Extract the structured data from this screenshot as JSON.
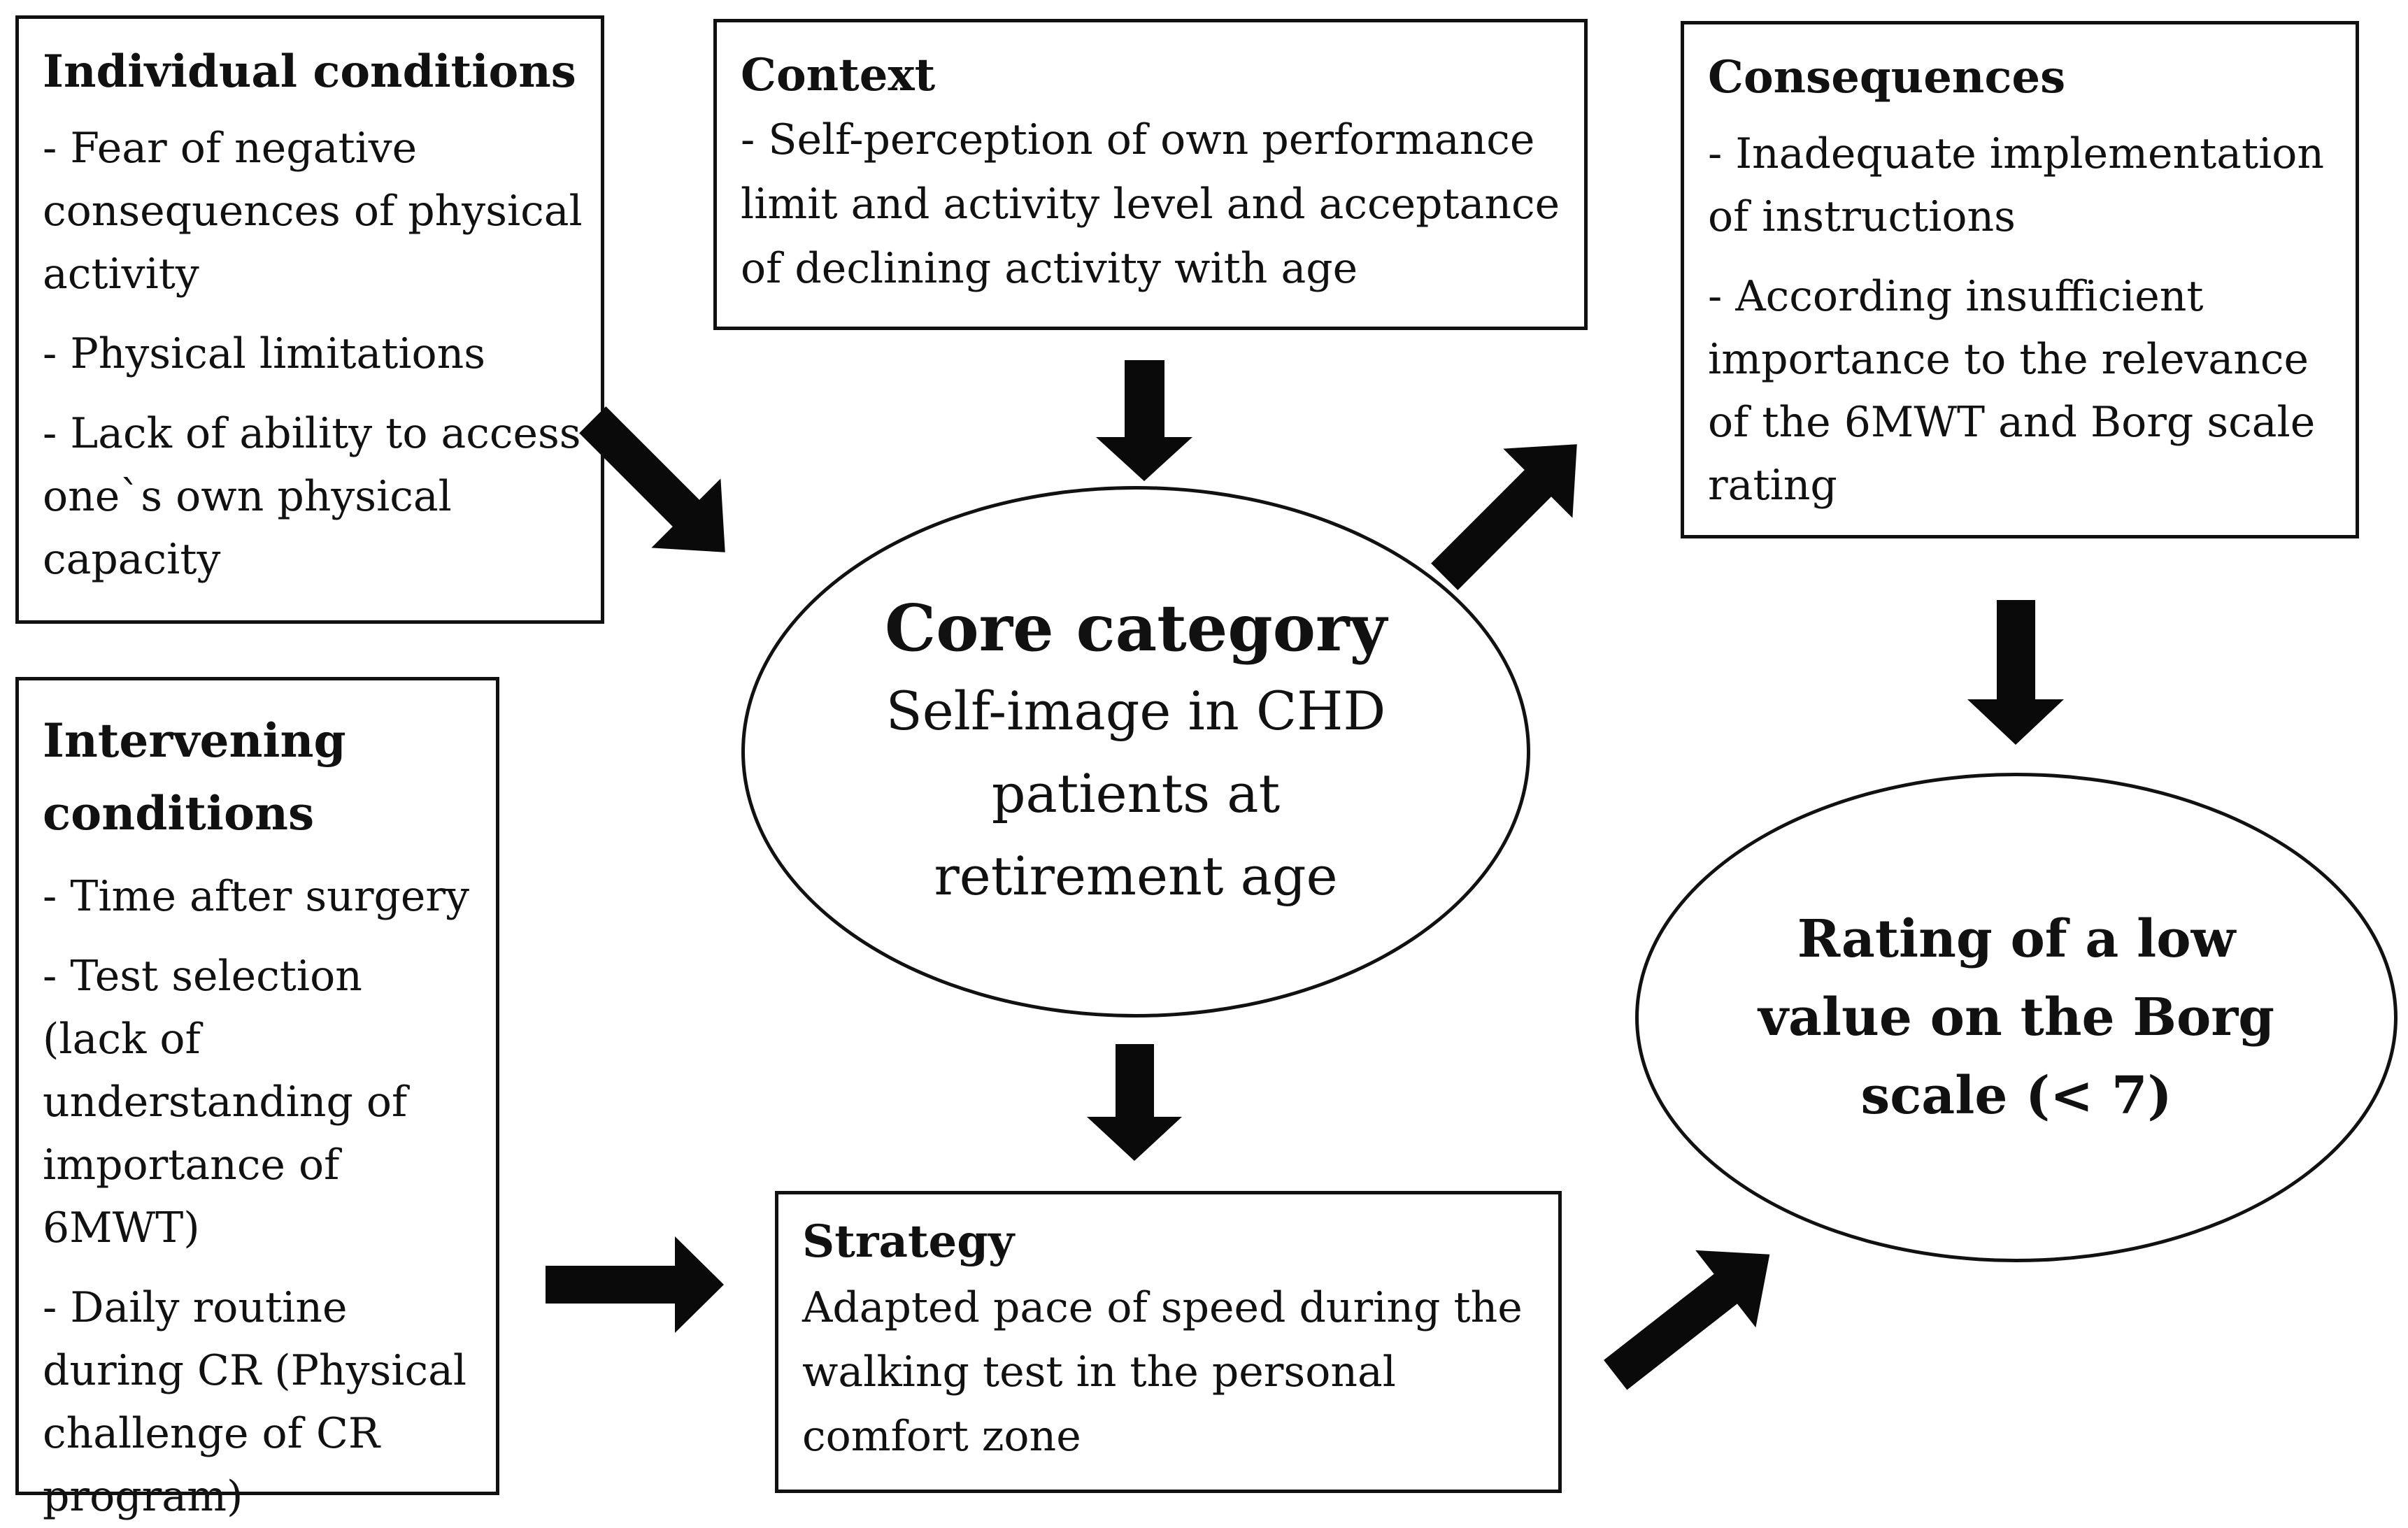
{
  "individual_conditions": {
    "title": "Individual conditions",
    "items": [
      "- Fear of negative consequences of physical activity",
      "- Physical limitations",
      "- Lack of ability to access one`s own physical capacity"
    ]
  },
  "context": {
    "title": "Context",
    "text": "- Self-perception of own performance limit and activity level and acceptance of declining activity with age"
  },
  "consequences": {
    "title": "Consequences",
    "items": [
      "- Inadequate implementation of instructions",
      "- According insufficient importance to the relevance of the 6MWT and Borg scale rating"
    ]
  },
  "intervening_conditions": {
    "title": "Intervening conditions",
    "items": [
      "- Time after surgery",
      "- Test selection (lack of understanding of importance of 6MWT)",
      "- Daily routine during CR (Physical challenge of CR program)"
    ]
  },
  "core_category": {
    "title": "Core category",
    "text": "Self-image in CHD patients at retirement age"
  },
  "strategy": {
    "title": "Strategy",
    "text": "Adapted pace of speed during the walking test in the personal comfort zone"
  },
  "outcome": {
    "text": "Rating of a low value on the Borg scale (< 7)"
  },
  "colors": {
    "line": "#111111",
    "arrow": "#0a0a0a",
    "background": "#ffffff"
  }
}
